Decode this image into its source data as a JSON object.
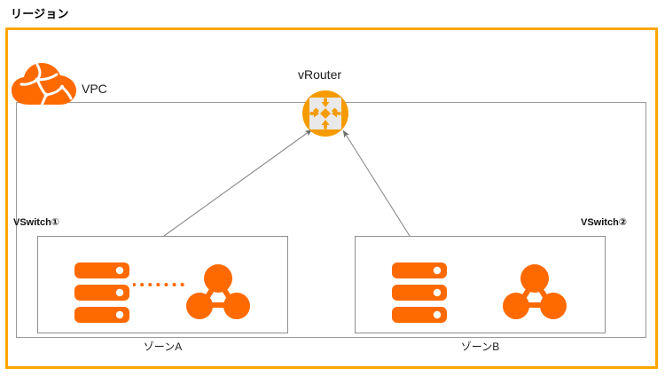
{
  "diagram": {
    "type": "network-architecture",
    "region": {
      "title": "リージョン",
      "border_color": "#FFA500"
    },
    "vpc": {
      "label": "VPC",
      "icon": "cloud-icon",
      "border_color": "#9A9A9A"
    },
    "vrouter": {
      "label": "vRouter",
      "icon": "router-icon",
      "ring_color": "#F59B00",
      "face_color": "#E9E9E9"
    },
    "vswitches": [
      {
        "label": "VSwitch①"
      },
      {
        "label": "VSwitch②"
      }
    ],
    "zones": [
      {
        "label": "ゾーンA",
        "server_icon": "server-stack-icon",
        "cluster_icon": "cluster-nodes-icon",
        "has_dotted_link": true
      },
      {
        "label": "ゾーンB",
        "server_icon": "server-stack-icon",
        "cluster_icon": "cluster-nodes-icon",
        "has_dotted_link": false
      }
    ],
    "connections": [
      {
        "from": "ゾーンA",
        "to": "vRouter",
        "style": "arrow"
      },
      {
        "from": "ゾーンB",
        "to": "vRouter",
        "style": "arrow"
      }
    ],
    "colors": {
      "icon_orange": "#FF6A00",
      "region_orange": "#FFA500",
      "router_orange": "#F59B00",
      "line_gray": "#808080",
      "box_gray": "#8F8F8F"
    }
  }
}
